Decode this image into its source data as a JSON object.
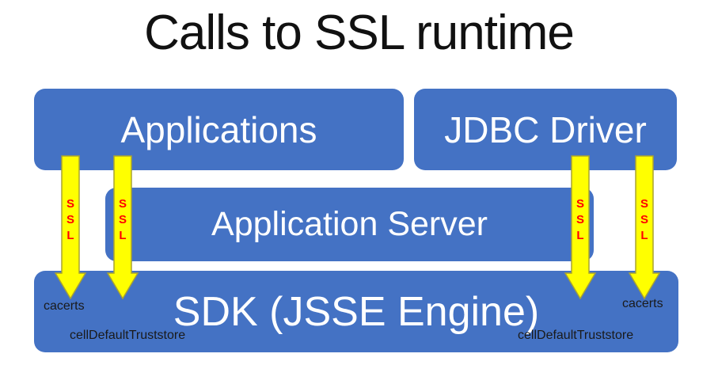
{
  "title": "Calls to SSL runtime",
  "colors": {
    "box_blue": "#4472C4",
    "arrow_yellow": "#FFFF00",
    "arrow_border": "#A9A331",
    "ssl_red": "#FF0000",
    "text_white": "#FFFFFF",
    "label_black": "#1A1A1A",
    "title_black": "#111111"
  },
  "boxes": {
    "applications": {
      "label": "Applications"
    },
    "jdbc_driver": {
      "label": "JDBC Driver"
    },
    "application_server": {
      "label": "Application Server"
    },
    "sdk": {
      "label": "SDK (JSSE Engine)"
    }
  },
  "arrows": {
    "label": "SSL",
    "count": 4,
    "description": "Yellow downward arrows from Applications and JDBC Driver into SDK (JSSE Engine)"
  },
  "sdk_annotations": {
    "left_cacerts": "cacerts",
    "left_truststore": "cellDefaultTruststore",
    "right_cacerts": "cacerts",
    "right_truststore": "cellDefaultTruststore"
  }
}
